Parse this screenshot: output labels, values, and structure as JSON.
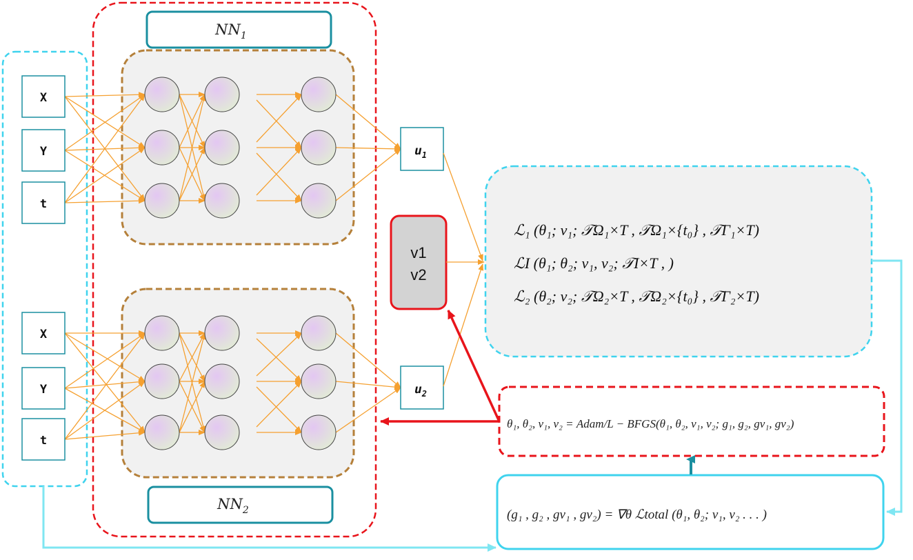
{
  "network1": {
    "title": "NN",
    "title_sub": "1",
    "inputs": [
      "X",
      "Y",
      "t"
    ],
    "output": "u",
    "output_sub": "1"
  },
  "network2": {
    "title": "NN",
    "title_sub": "2",
    "inputs": [
      "X",
      "Y",
      "t"
    ],
    "output": "u",
    "output_sub": "2"
  },
  "params_box": {
    "line1": "v1",
    "line2": "v2"
  },
  "loss_box": {
    "line1": "ℒ₁ (θ₁; ν₁; 𝒯Ω₁×T , 𝒯Ω₁×{t₀} , 𝒯Γ₁×T)",
    "line2": "ℒI (θ₁;  θ₂; ν₁, ν₂; 𝒯I×T , )",
    "line3": "ℒ₂ (θ₂; ν₂; 𝒯Ω₂×T , 𝒯Ω₂×{t₀} , 𝒯Γ₂×T)"
  },
  "optimizer_box": {
    "text": "θ₁, θ₂, ν₁, ν₂ = Adam/L − BFGS(θ₁, θ₂, ν₁, ν₂; g₁, g₂, gν₁, gν₂)"
  },
  "gradient_box": {
    "text": "(g₁ , g₂ , gν₁ , gν₂) = ∇θ ℒtotal (θ₁, θ₂; ν₁, ν₂ . . . )"
  },
  "colors": {
    "cyan_dash": "#3fd3ee",
    "red_dash": "#e8141b",
    "brown_dash": "#b5803a",
    "teal_box": "#1a8fa0",
    "orange_arrow": "#f5a030",
    "cyan_arrow": "#7fe6f2",
    "node_fill_start": "#e0c6ee",
    "node_fill_end": "#e6eed8"
  }
}
